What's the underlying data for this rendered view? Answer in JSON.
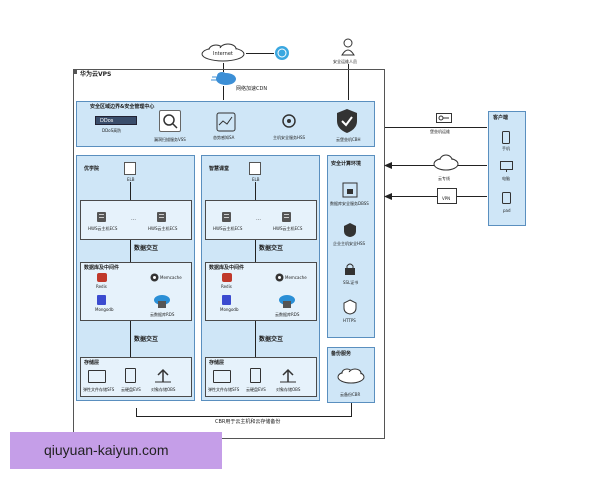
{
  "internet": {
    "label": "Internet"
  },
  "cdn": {
    "label": "网络加速CDN"
  },
  "user": {
    "label": "安全运维人员"
  },
  "vps": {
    "title": "华为云VPS"
  },
  "security_center": {
    "title": "安全区域边界&安全管理中心",
    "ddos_badge": "DDos",
    "ddos_label": "DDoS高防",
    "items": [
      "漏洞扫描服务VSS",
      "态势感知SA",
      "主机安全服务HSS",
      "云堡垒机CBH"
    ]
  },
  "left_zone": {
    "title": "优学院",
    "elb": "ELB",
    "ecs_a": "HWS云主机ECS",
    "ecs_b": "HWS云主机ECS",
    "dots": "…",
    "middleware_title": "数据库及中间件",
    "redis": "Redis",
    "memcache": "Memcache",
    "mongodb": "Mongodb",
    "rds": "云数据库RDS",
    "storage_title": "存储层",
    "sfs": "弹性文件存储SFS",
    "evs": "云硬盘EVS",
    "obs": "对象存储OBS"
  },
  "right_zone": {
    "title": "智慧课堂",
    "elb": "ELB",
    "ecs_a": "HWS云主机ECS",
    "ecs_b": "HWS云主机ECS",
    "dots": "…",
    "middleware_title": "数据库及中间件",
    "redis": "Redis",
    "memcache": "Memcache",
    "mongodb": "Mongodb",
    "rds": "云数据库RDS",
    "storage_title": "存储层",
    "sfs": "弹性文件存储SFS",
    "evs": "云硬盘EVS",
    "obs": "对象存储OBS"
  },
  "exchange_label": "数据交互",
  "security_env": {
    "title": "安全计算环境",
    "items": [
      "数据库安全服务DBSS",
      "企业主机安全HSS",
      "SSL证书",
      "HTTPS"
    ]
  },
  "backup": {
    "title": "备份服务",
    "label": "云备份CBR"
  },
  "cbr_footer": "CBR用于云主机和云存储备份",
  "access": {
    "bastion": "堡垒机运维",
    "cloud_link": "云专线",
    "vpn": "VPN"
  },
  "clients": {
    "title": "客户端",
    "items": [
      "手机",
      "电脑",
      "pad"
    ]
  },
  "watermark": "qiuyuan-kaiyun.com",
  "colors": {
    "panel_fill": "#cfe6f7",
    "panel_border": "#5a8fbf",
    "inner_fill": "#e6f2fb",
    "watermark": "#c59ee8"
  }
}
